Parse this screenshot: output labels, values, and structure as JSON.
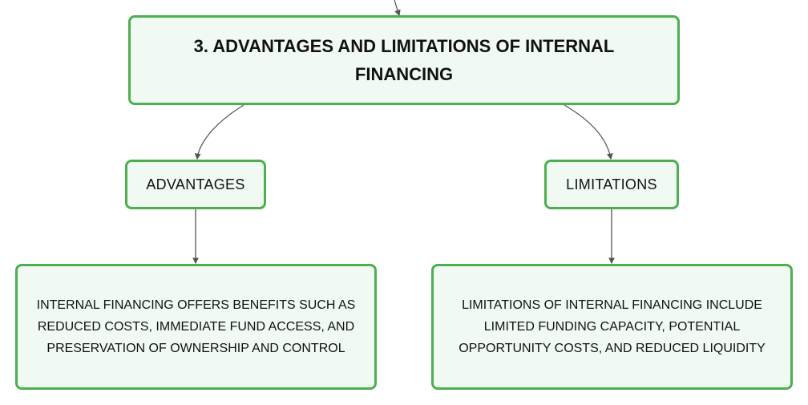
{
  "diagram": {
    "root": {
      "label": "3. Advantages and Limitations of Internal Financing"
    },
    "branches": [
      {
        "label": "Advantages",
        "description": "Internal financing offers benefits such as reduced costs, immediate fund access, and preservation of ownership and control"
      },
      {
        "label": "Limitations",
        "description": "Limitations of internal financing include limited funding capacity, potential opportunity costs, and reduced liquidity"
      }
    ],
    "colors": {
      "node_border": "#4caf50",
      "node_fill": "#f1faf2",
      "connector": "#555555",
      "text": "#111111"
    }
  }
}
